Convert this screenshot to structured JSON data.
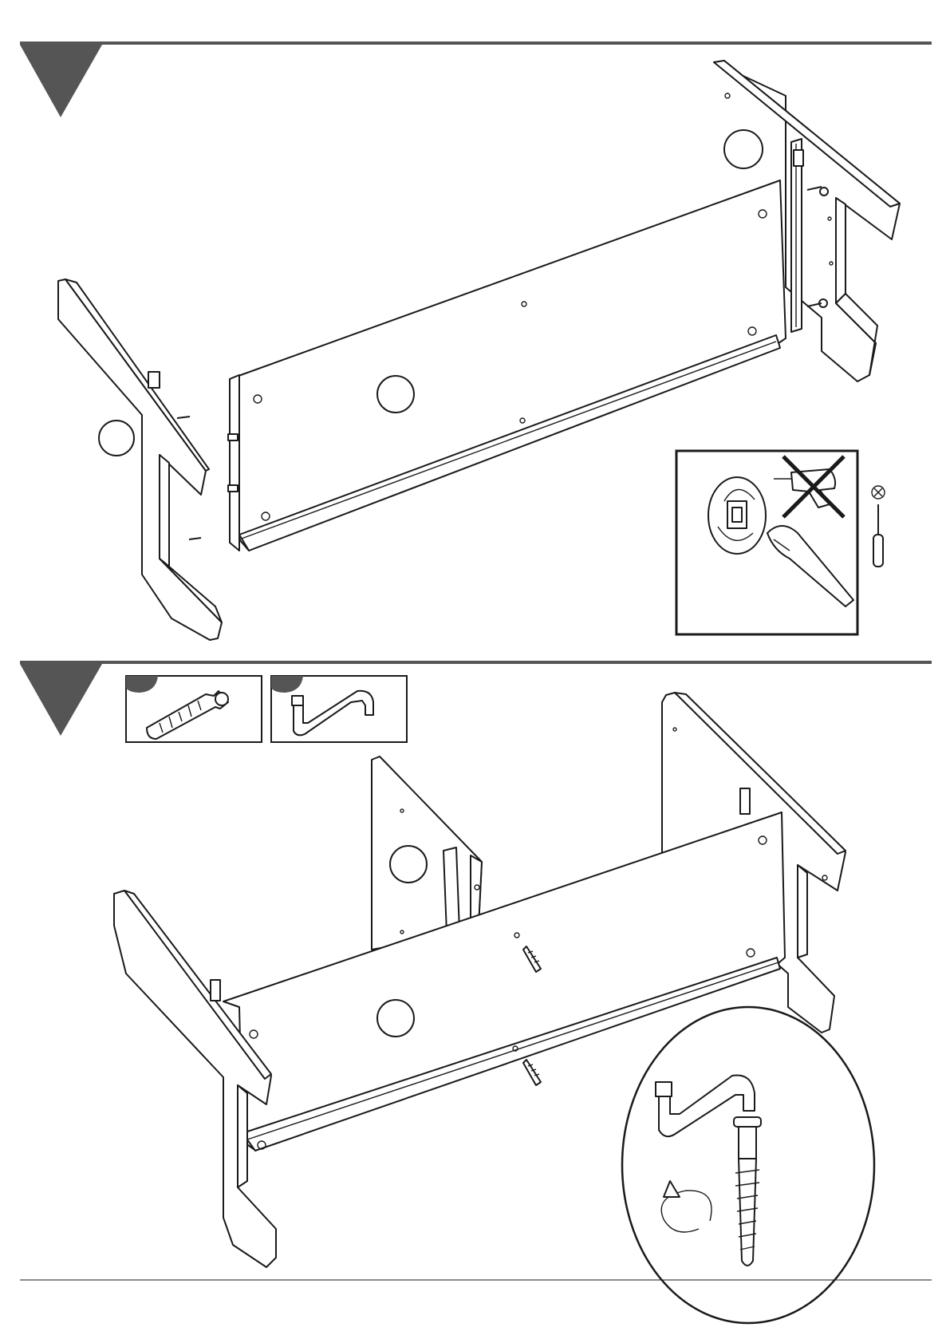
{
  "page": {
    "title": "",
    "background": "#ffffff",
    "ink": "#1a1a1a",
    "step_marker_color": "#555555"
  },
  "steps": [
    {
      "marker": "step-triangle",
      "parts": [
        "left-side-panel",
        "back-panel",
        "right-side-panel",
        "cam-dowels",
        "drawer-runners"
      ],
      "callout": {
        "icons": [
          "cam-lock-icon",
          "no-drill-icon",
          "screwdriver-tip-icon",
          "phillips-screwdriver-icon"
        ]
      }
    },
    {
      "marker": "step-triangle",
      "hardware_boxes": [
        "confirmat-screw-icon",
        "allen-key-icon"
      ],
      "parts": [
        "left-side-panel",
        "back-panel",
        "right-side-panel",
        "middle-divider-panel",
        "confirmat-screws"
      ],
      "callout": {
        "icons": [
          "allen-key-icon",
          "confirmat-screw-icon",
          "rotate-clockwise-icon"
        ]
      }
    }
  ]
}
